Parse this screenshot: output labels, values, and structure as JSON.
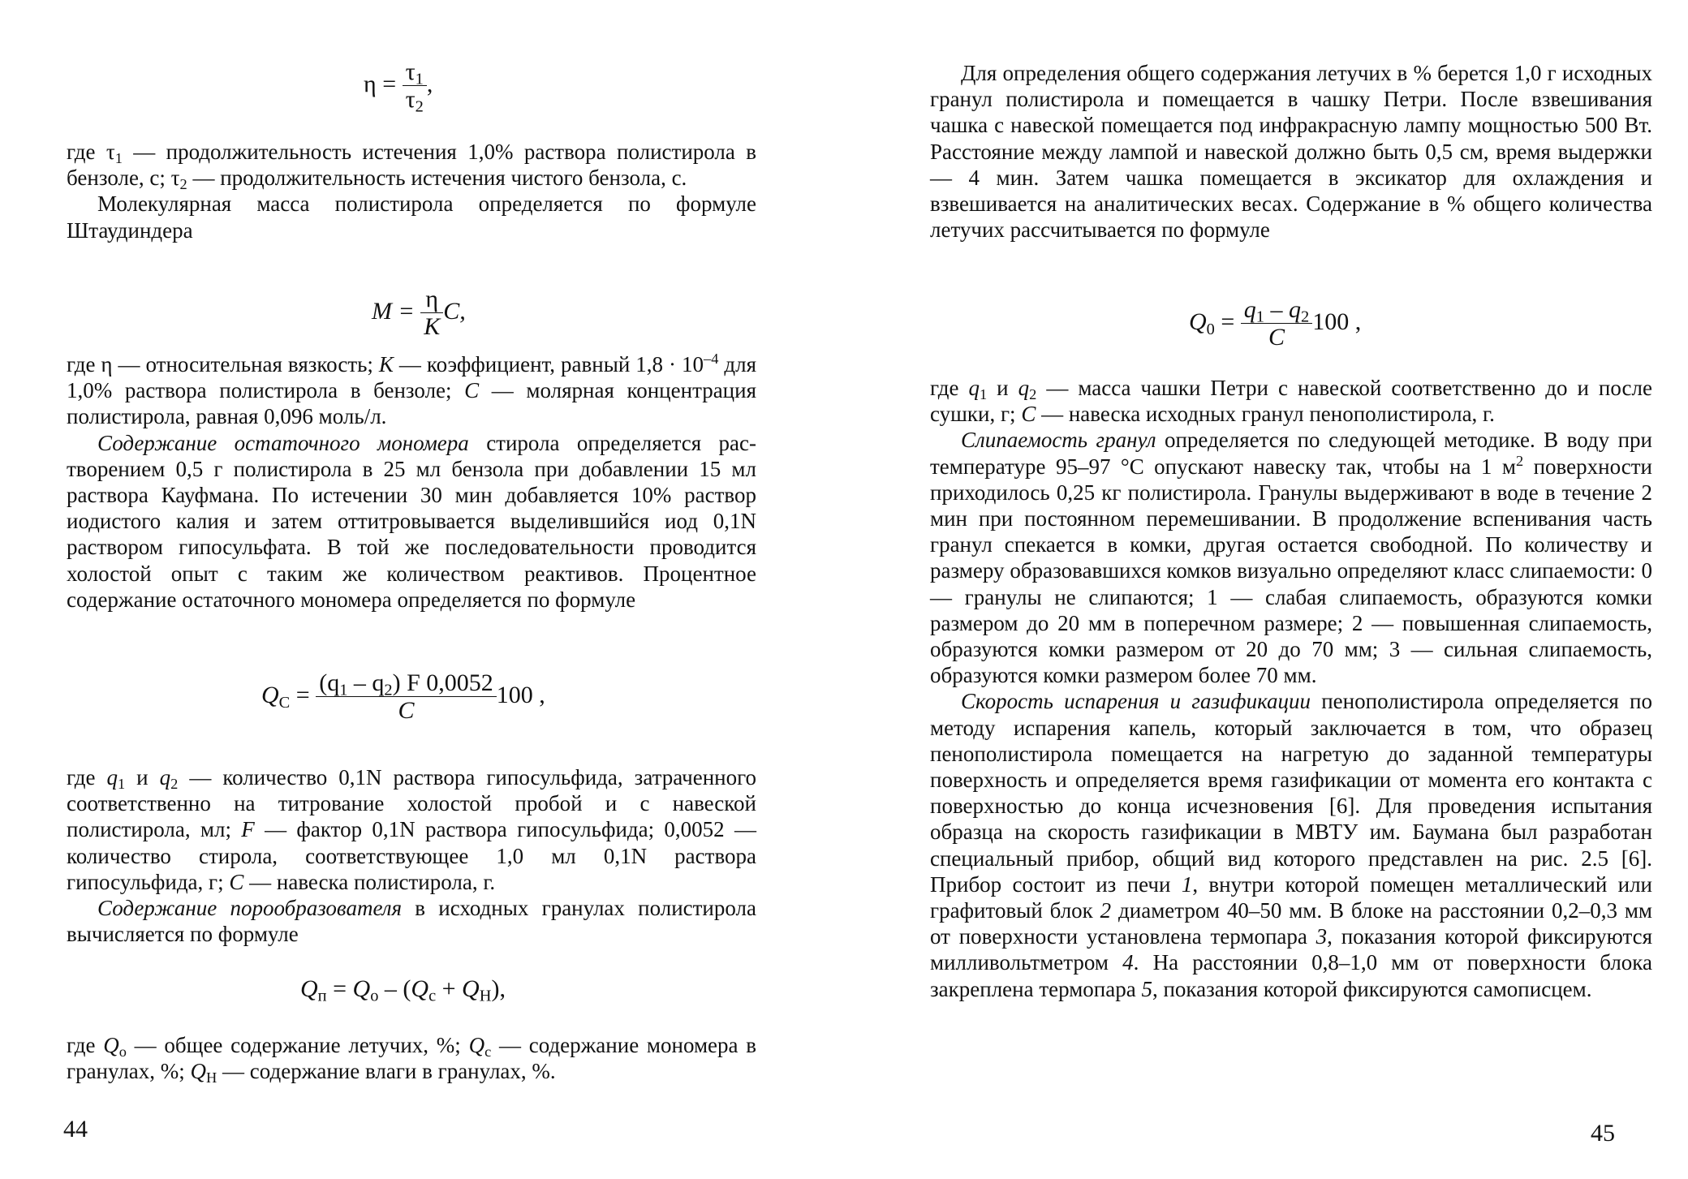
{
  "left_page": {
    "formula_eta": {
      "lhs": "η =",
      "num": "τ",
      "num_sub": "1",
      "den": "τ",
      "den_sub": "2",
      "tail": ","
    },
    "para1": {
      "t1": "где τ",
      "s1": "1",
      "t2": " — продолжительность истечения 1,0% раствора полисти­рола в бензоле, с; τ",
      "s2": "2",
      "t3": " — продолжительность истечения чистого бен­зола, с."
    },
    "para2": "Молекулярная масса полистирола определяется по формуле Штаудиндера",
    "formula_m": {
      "lhs": "M =",
      "num": "η",
      "den": "K",
      "tail": "C,"
    },
    "para3": {
      "t1": "где η — относительная вязкость; ",
      "k": "K",
      "t2": " — коэффициент, равный 1,8 · 10",
      "sup": "–4",
      "t3": " для 1,0% раствора полистирола в бензоле; ",
      "c": "C",
      "t4": " — молярная концентрация полистирола, равная 0,096 моль/л."
    },
    "para4": {
      "italic": "Содержание остаточного мономера",
      "text": " стирола определяется рас­творением 0,5 г полистирола в 25 мл бензола при добавлении 15 мл раствора Кауфмана. По истечении 30 мин добавляется 10% рас­твор иодистого калия и затем оттитровывается выделившийся иод 0,1N раствором гипосульфата. В той же последовательности про­водится холостой опыт с таким же количеством реактивов. Про­центное содержание остаточного мономера определяется по фор­муле"
    },
    "formula_qc": {
      "lhs": "Q",
      "lhs_sub": "C",
      "eq": "=",
      "num": "(q",
      "num_s1": "1",
      "num_mid": " – q",
      "num_s2": "2",
      "num_tail": ") F 0,0052",
      "den": "C",
      "tail": "100 ,"
    },
    "para5": {
      "t1": "где ",
      "q1": "q",
      "q1s": "1",
      "t2": " и ",
      "q2": "q",
      "q2s": "2",
      "t3": " — количество 0,1N раствора гипосульфида, затраченно­го соответственно на титрование холостой пробой и с навеской полистирола, мл; ",
      "f": "F",
      "t4": " — фактор 0,1N раствора гипосульфида; 0,0052 — количество стирола, соответствующее 1,0 мл 0,1N рас­твора гипосульфида, г; ",
      "c": "C",
      "t5": " — навеска полистирола, г."
    },
    "para6": {
      "italic": "Содержание порообразователя",
      "text": " в исходных гранулах полисти­рола вычисляется по формуле"
    },
    "formula_qp": {
      "q": "Q",
      "s1": "п",
      "eq": " = ",
      "q2": "Q",
      "s2": "о",
      "mid": " – (",
      "q3": "Q",
      "s3": "с",
      "plus": " + ",
      "q4": "Q",
      "s4": "Н",
      "tail": "),"
    },
    "para7": {
      "t1": "где ",
      "q1": "Q",
      "q1s": "о",
      "t2": " — общее содержание летучих, %; ",
      "q2": "Q",
      "q2s": "с",
      "t3": " — содержание моно­мера в гранулах, %; ",
      "q3": "Q",
      "q3s": "Н",
      "t4": " — содержание влаги в гранулах, %."
    },
    "page_number": "44"
  },
  "right_page": {
    "para1": "Для определения общего содержания летучих в % берется 1,0 г исходных гранул полистирола и помещается в чашку Петри. После взвешивания чашка с навеской помещается под инфракрасную лампу мощностью 500 Вт. Расстояние между лампой и навеской должно быть 0,5 см, время выдержки — 4 мин. Затем чашка по­мещается в эксикатор для охлаждения и взвешивается на аналити­ческих весах. Содержание в % общего количества летучих рассчи­тывается по формуле",
    "formula_q0": {
      "lhs": "Q",
      "lhs_sub": "0",
      "eq": "=",
      "num": "q",
      "num_s1": "1",
      "num_mid": " – q",
      "num_s2": "2",
      "den": "C",
      "tail": "100 ,"
    },
    "para2": {
      "t1": "где ",
      "q1": "q",
      "q1s": "1",
      "t2": " и ",
      "q2": "q",
      "q2s": "2",
      "t3": " — масса чашки Петри с навеской соответственно до и после сушки, г; ",
      "c": "C",
      "t4": " — навеска исходных гранул пенополистирола, г."
    },
    "para3": {
      "italic": "Слипаемость гранул",
      "t1": " определяется по следующей методике. В воду при температуре 95–97 °С опускают навеску так, чтобы на 1 м",
      "sup": "2",
      "t2": " поверхности приходилось 0,25 кг полистирола. Гранулы вы­держивают в воде в течение 2 мин при постоянном перемешива­нии. В продолжение вспенивания часть гранул спекается в комки, другая остается свободной. По количеству и размеру образовав­шихся комков визуально определяют класс слипаемости: 0 — гра­нулы не слипаются; 1 — слабая слипаемость, образуются комки размером до 20 мм в поперечном размере; 2 — повышенная сли­паемость, образуются комки размером от 20 до 70 мм; 3 — силь­ная слипаемость, образуются комки размером более 70 мм."
    },
    "para4": {
      "italic": "Скорость испарения и газификации",
      "t1": " пенополистирола опреде­ляется по методу испарения капель, который заключается в том, что образец пенополистирола помещается на нагретую до задан­ной температуры поверхность и определяется время газификации от момента его контакта с поверхностью до конца исчезновения [6]. Для проведения испытания образца на скорость газификации в МВТУ им. Баумана был разработан специальный прибор, общий вид которого представлен на рис. 2.5 [6]. Прибор состоит из печи ",
      "n1": "1",
      "t2": ", внутри которой помещен металлический или графитовый блок ",
      "n2": "2",
      "t3": " диаметром 40–50 мм. В блоке на расстоянии 0,2–0,3 мм от поверх­ности установлена термопара ",
      "n3": "3",
      "t4": ", показания которой фиксируются милливольтметром ",
      "n4": "4",
      "t5": ". На расстоянии 0,8–1,0 мм от поверхности блока закреплена термопара ",
      "n5": "5",
      "t6": ", показания которой фиксируются самописцем."
    },
    "page_number": "45"
  }
}
